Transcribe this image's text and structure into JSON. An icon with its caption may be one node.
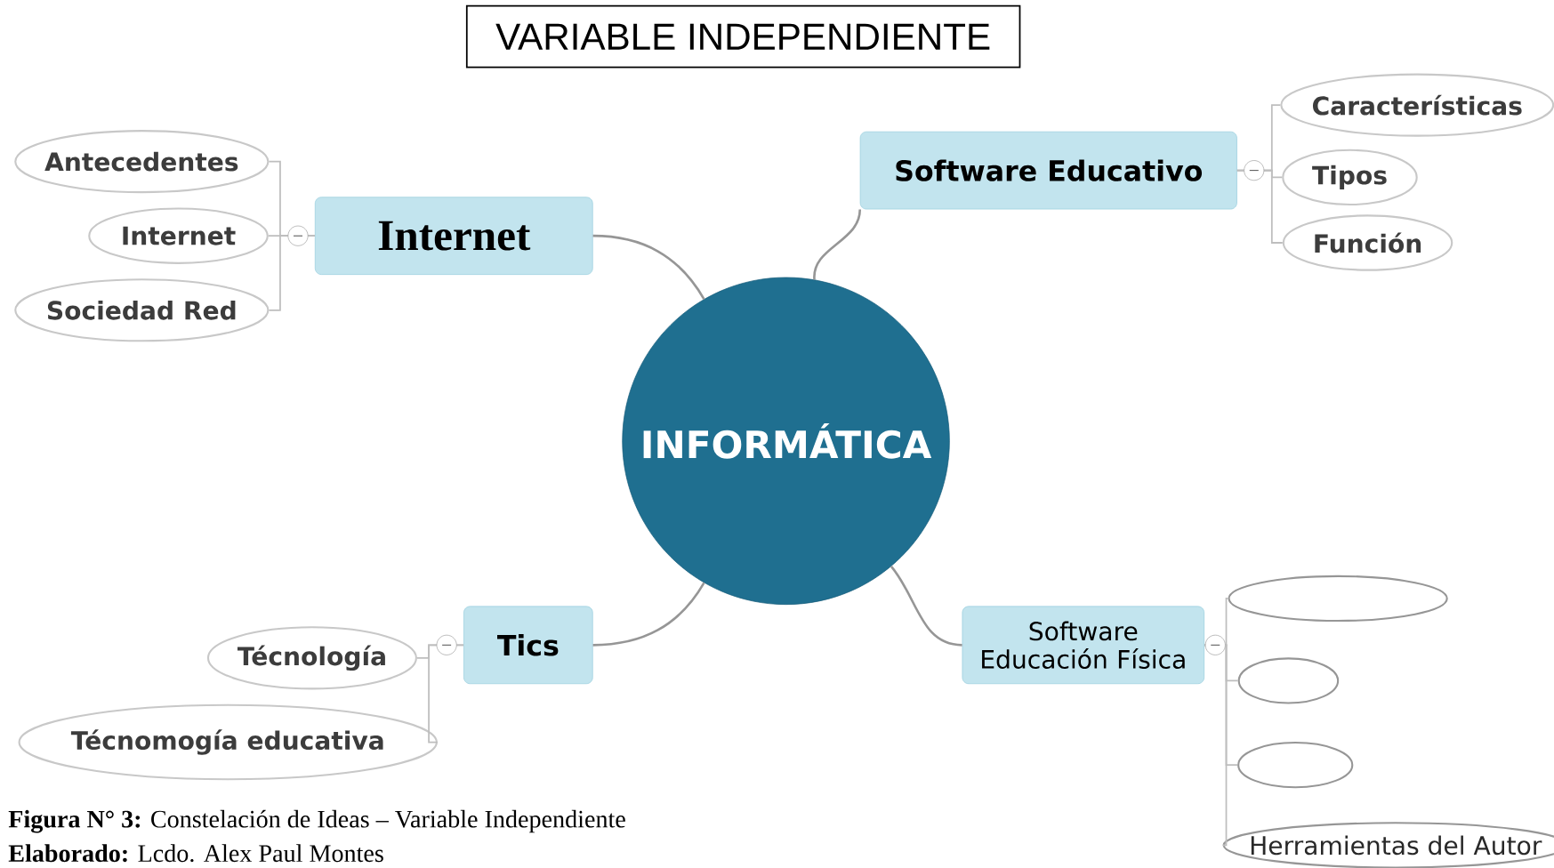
{
  "diagram": {
    "title": "VARIABLE INDEPENDIENTE",
    "caption": "**Figura N° 3:** Constelación de Ideas – Variable Independiente",
    "nodes": [
      {
        "text": [
          "INFORMÁTICA"
        ]
      },
      {
        "text": [
          "Internet"
        ]
      },
      {
        "text": [
          "Antecedentes"
        ]
      },
      {
        "text": [
          "Internet"
        ]
      },
      {
        "text": [
          "Sociedad Red"
        ]
      },
      {
        "text": [
          "Software Educativo"
        ]
      },
      {
        "text": [
          "Características"
        ]
      },
      {
        "text": [
          "Tipos"
        ]
      },
      {
        "text": [
          "Función"
        ]
      },
      {
        "text": [
          "Tics"
        ]
      },
      {
        "text": [
          "Técnología"
        ]
      },
      {
        "text": [
          "Técnomogía educativa"
        ]
      },
      {
        "text": [
          "Software Educación Física"
        ]
      },
      {
        "text": [],
        "shape": "ellipse"
      },
      {
        "text": [],
        "shape": "ellipse"
      },
      {
        "text": [],
        "shape": "ellipse"
      },
      {
        "text": [
          "Herramientas del Autor"
        ]
      }
    ],
    "edges": [
      {
        "from": 0,
        "to": 1,
        "arrow": "none"
      },
      {
        "from": 0,
        "to": 5,
        "arrow": "none"
      },
      {
        "from": 0,
        "to": 9,
        "arrow": "none"
      },
      {
        "from": 0,
        "to": 12,
        "arrow": "none"
      },
      {
        "from": 1,
        "to": 2,
        "arrow": "none"
      },
      {
        "from": 1,
        "to": 3,
        "arrow": "none"
      },
      {
        "from": 1,
        "to": 4,
        "arrow": "none"
      },
      {
        "from": 5,
        "to": 6,
        "arrow": "none"
      },
      {
        "from": 5,
        "to": 7,
        "arrow": "none"
      },
      {
        "from": 5,
        "to": 8,
        "arrow": "none"
      },
      {
        "from": 9,
        "to": 10,
        "arrow": "none"
      },
      {
        "from": 9,
        "to": 11,
        "arrow": "none"
      },
      {
        "from": 12,
        "to": 13,
        "arrow": "none"
      },
      {
        "from": 12,
        "to": 14,
        "arrow": "none"
      },
      {
        "from": 12,
        "to": 15,
        "arrow": "none"
      },
      {
        "from": 12,
        "to": 16,
        "arrow": "none"
      }
    ],
    "labels": [
      "**Elaborado:** Lcdo. Alex Paul Montes"
    ]
  }
}
